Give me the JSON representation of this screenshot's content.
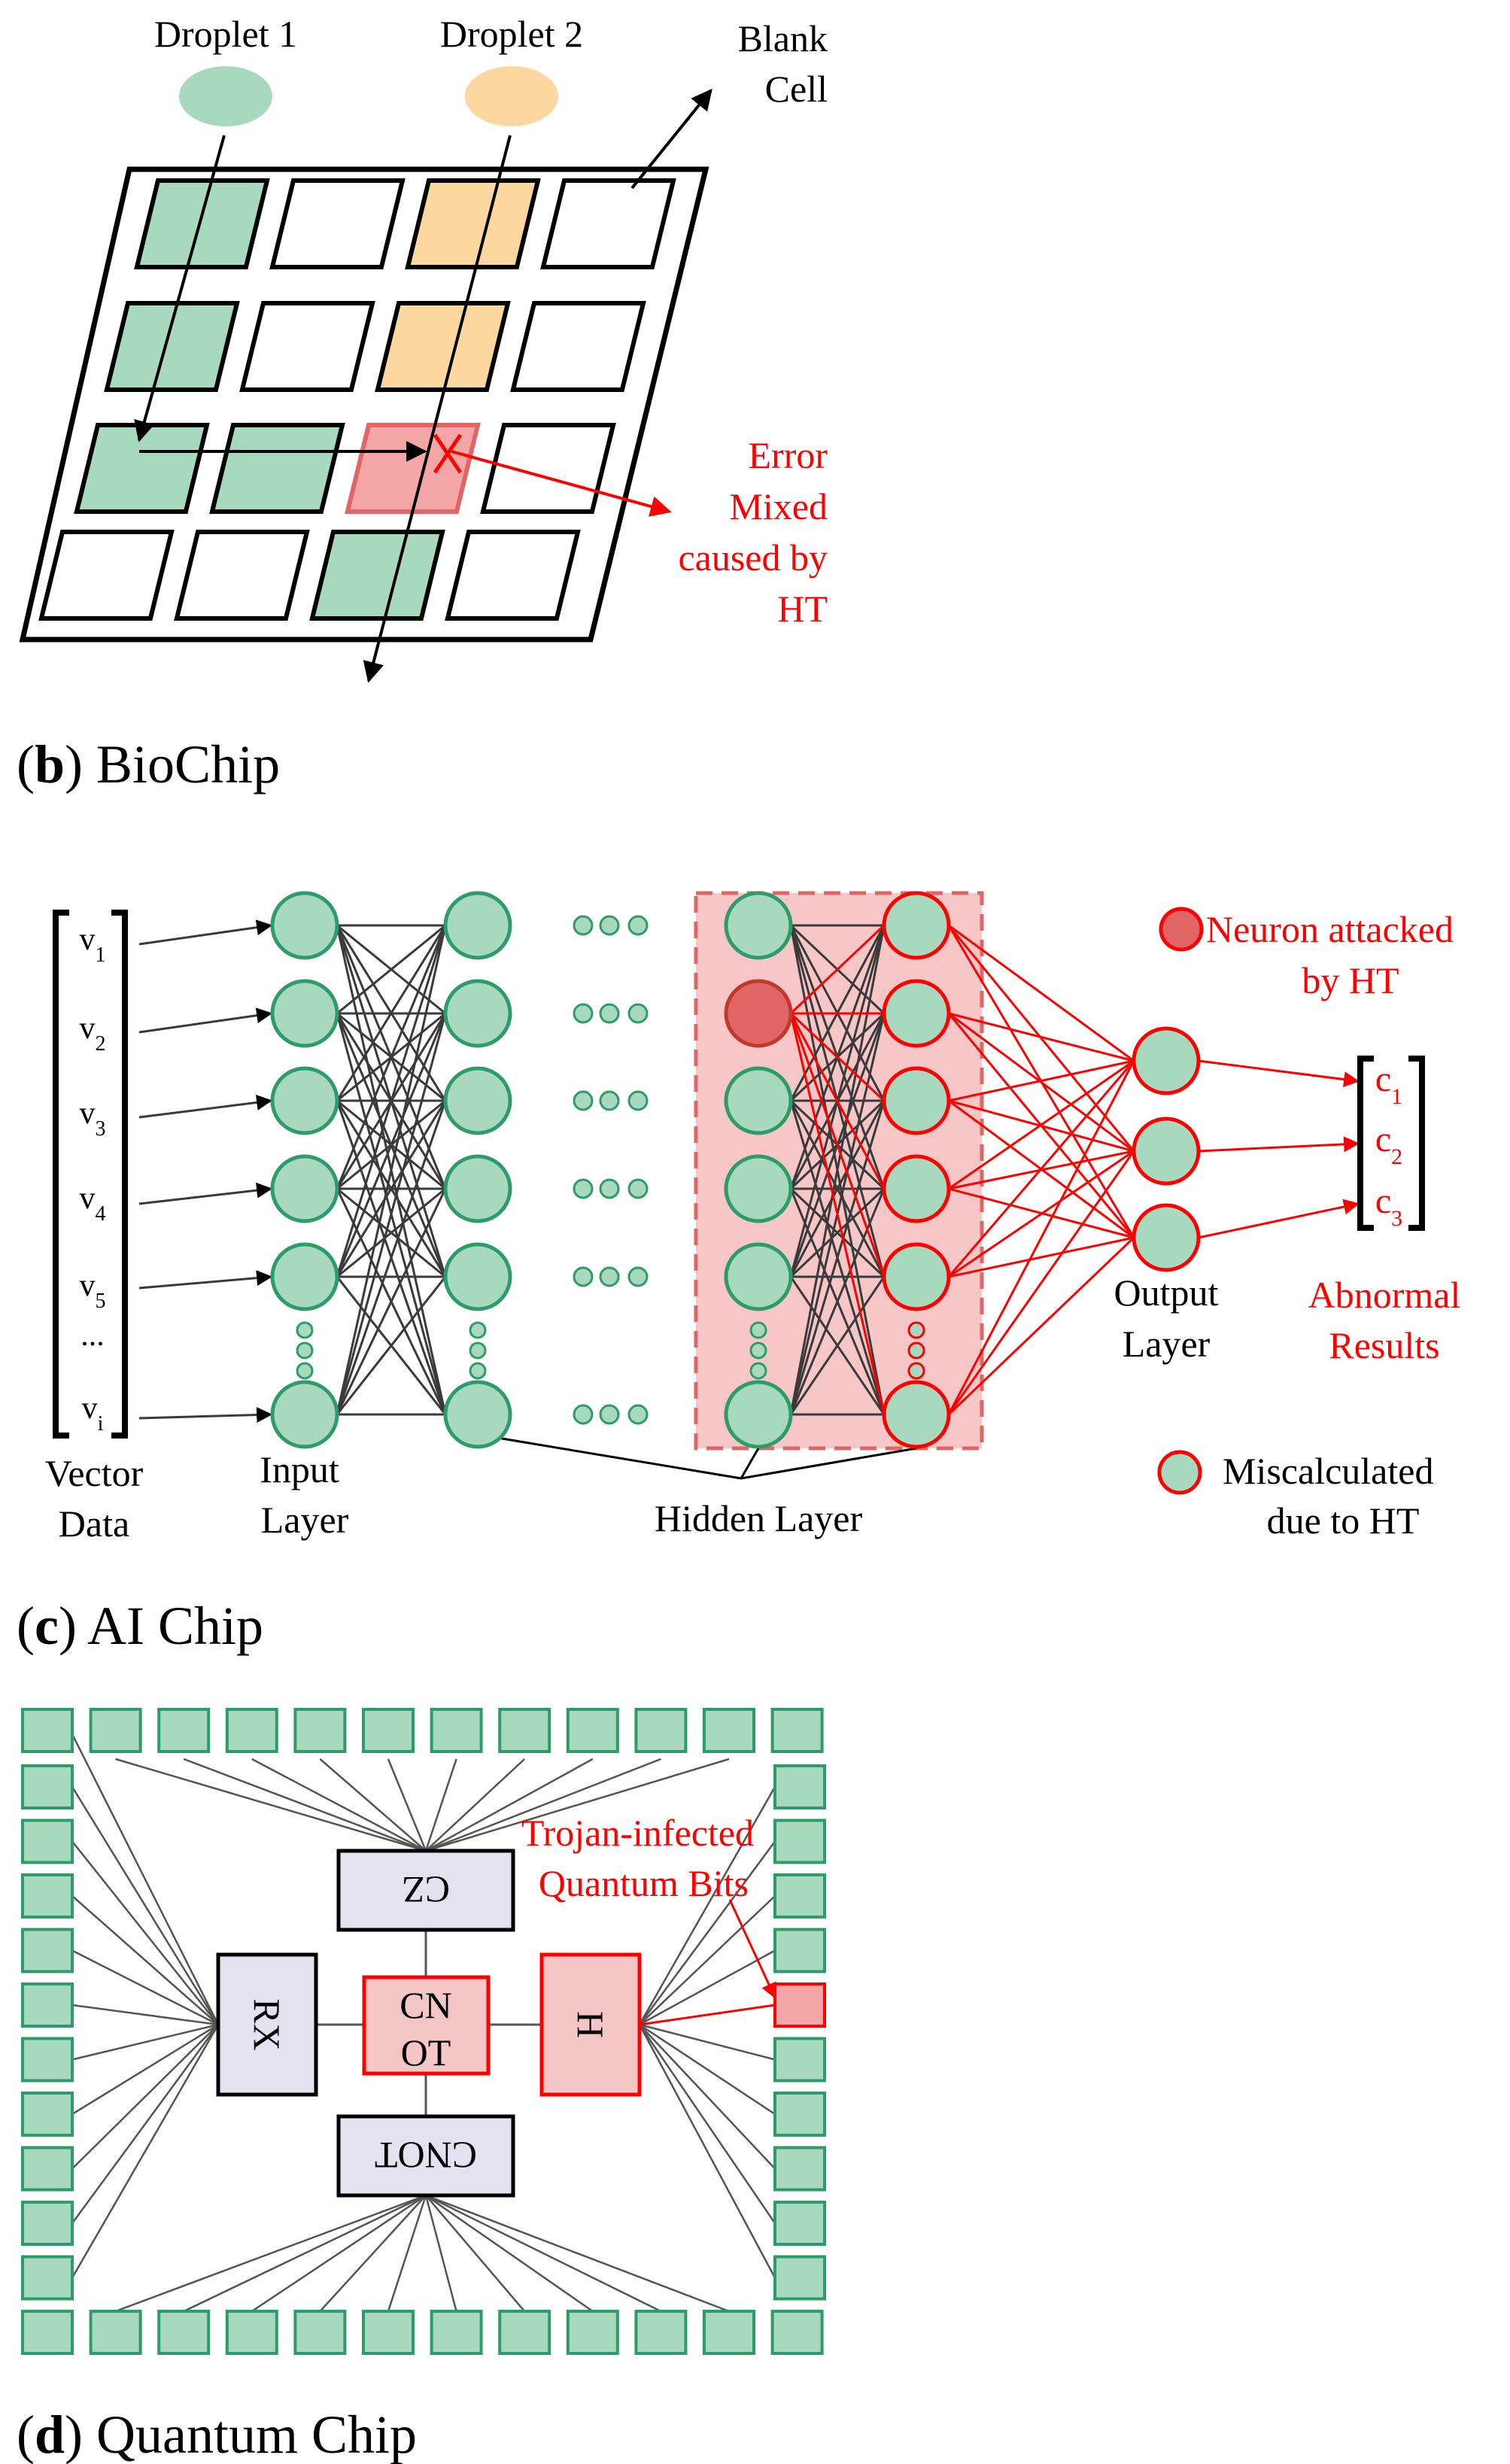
{
  "colors": {
    "green_fill": "#a8d8bd",
    "green_stroke": "#2e9b6a",
    "orange_fill": "#fcd7a0",
    "red": "#ff0000",
    "red_fill": "#f4a6a6",
    "red_neuron": "#e06666",
    "hidden_box_fill": "#f7c6c6",
    "hidden_box_stroke": "#e06666",
    "gate_fill": "#e4e2ee",
    "black": "#000000"
  },
  "biochip": {
    "caption_letter": "b",
    "caption_text": "BioChip",
    "droplet1": "Droplet 1",
    "droplet2": "Droplet 2",
    "blank_cell": [
      "Blank",
      "Cell"
    ],
    "error_label": [
      "Error",
      "Mixed",
      "caused by",
      "HT"
    ]
  },
  "ai_chip": {
    "caption_letter": "c",
    "caption_text": "AI Chip",
    "vector_entries": [
      "v",
      "v",
      "v",
      "v",
      "v",
      "...",
      "v"
    ],
    "vector_subscripts": [
      "1",
      "2",
      "3",
      "4",
      "5",
      "",
      "i"
    ],
    "vector_data_label": [
      "Vector",
      "Data"
    ],
    "input_layer_label": [
      "Input",
      "Layer"
    ],
    "hidden_layer_label": "Hidden Layer",
    "output_layer_label": [
      "Output",
      "Layer"
    ],
    "output_entries": [
      "c",
      "c",
      "c"
    ],
    "output_subscripts": [
      "1",
      "2",
      "3"
    ],
    "abnormal_label": [
      "Abnormal",
      "Results"
    ],
    "legend_attacked": [
      "Neuron attacked",
      "by HT"
    ],
    "legend_miscalc": [
      "Miscalculated",
      "due to HT"
    ]
  },
  "quantum_chip": {
    "caption_letter": "d",
    "caption_text": "Quantum Chip",
    "gates": {
      "cz": "CZ",
      "rx": "RX",
      "cnot_center": [
        "CN",
        "OT"
      ],
      "h": "H",
      "cnot_bottom": "CNOT"
    },
    "trojan_label": [
      "Trojan-infected",
      "Quantum Bits"
    ]
  }
}
